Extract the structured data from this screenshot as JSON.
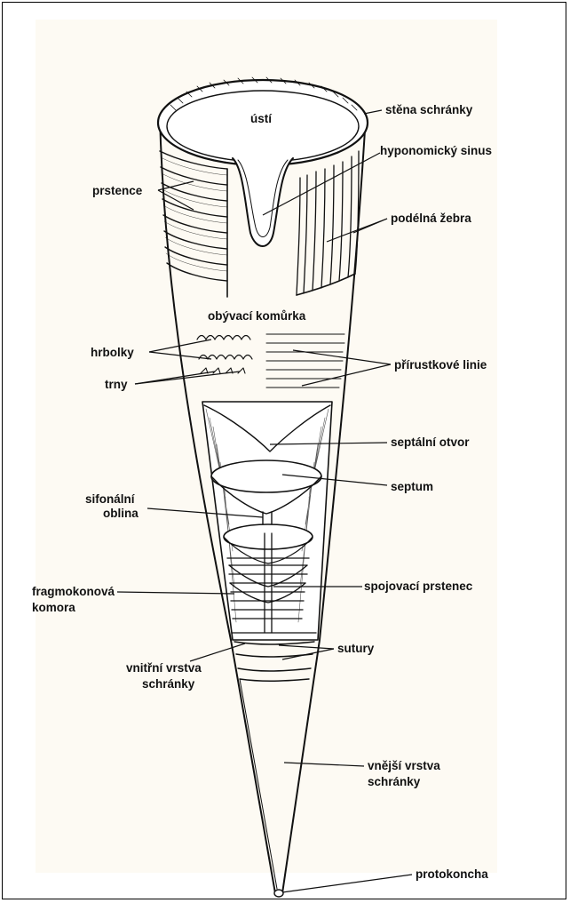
{
  "labels": {
    "usti": "ústí",
    "stena_schranky": "stěna schránky",
    "hyponomicky_sinus": "hyponomický sinus",
    "prstence": "prstence",
    "podelna_zebra": "podélná žebra",
    "obyvaci_komurka": "obývací komůrka",
    "hrbolky": "hrbolky",
    "trny": "trny",
    "prirustkove_linie": "přírustkové linie",
    "septalni_otvor": "septální otvor",
    "septum": "septum",
    "sifonalni_oblina_1": "sifonální",
    "sifonalni_oblina_2": "oblina",
    "fragmokonova_1": "fragmokonová",
    "fragmokonova_2": "komora",
    "spojovaci_prstenec": "spojovací prstenec",
    "sutury": "sutury",
    "vnitrni_1": "vnitřní vrstva",
    "vnitrni_2": "schránky",
    "vnejsi_1": "vnější vrstva",
    "vnejsi_2": "schránky",
    "protokoncha": "protokoncha"
  },
  "colors": {
    "ink": "#111111",
    "paper_tint": "#fdf7ea"
  }
}
